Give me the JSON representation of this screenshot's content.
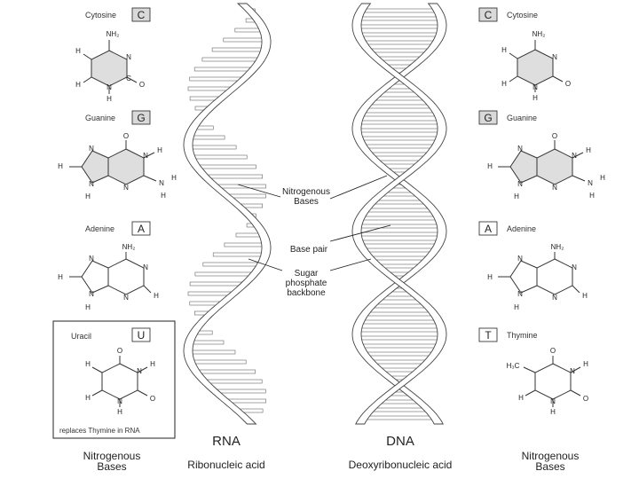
{
  "left_column": {
    "cytosine": {
      "name": "Cytosine",
      "code": "C"
    },
    "guanine": {
      "name": "Guanine",
      "code": "G"
    },
    "adenine": {
      "name": "Adenine",
      "code": "A"
    },
    "uracil": {
      "name": "Uracil",
      "code": "U",
      "note": "replaces Thymine in RNA"
    },
    "footer_line1": "Nitrogenous",
    "footer_line2": "Bases"
  },
  "right_column": {
    "cytosine": {
      "name": "Cytosine",
      "code": "C"
    },
    "guanine": {
      "name": "Guanine",
      "code": "G"
    },
    "adenine": {
      "name": "Adenine",
      "code": "A"
    },
    "thymine": {
      "name": "Thymine",
      "code": "T"
    },
    "footer_line1": "Nitrogenous",
    "footer_line2": "Bases"
  },
  "atoms": {
    "nh2": "NH₂",
    "h3c": "H₃C",
    "h": "H",
    "n": "N",
    "o": "O",
    "c": "C"
  },
  "callouts": {
    "nitrogenous_line1": "Nitrogenous",
    "nitrogenous_line2": "Bases",
    "base_pair": "Base pair",
    "sugar_line1": "Sugar",
    "sugar_line2": "phosphate",
    "sugar_line3": "backbone"
  },
  "rna": {
    "title": "RNA",
    "subtitle": "Ribonucleic acid"
  },
  "dna": {
    "title": "DNA",
    "subtitle": "Deoxyribonucleic acid"
  }
}
